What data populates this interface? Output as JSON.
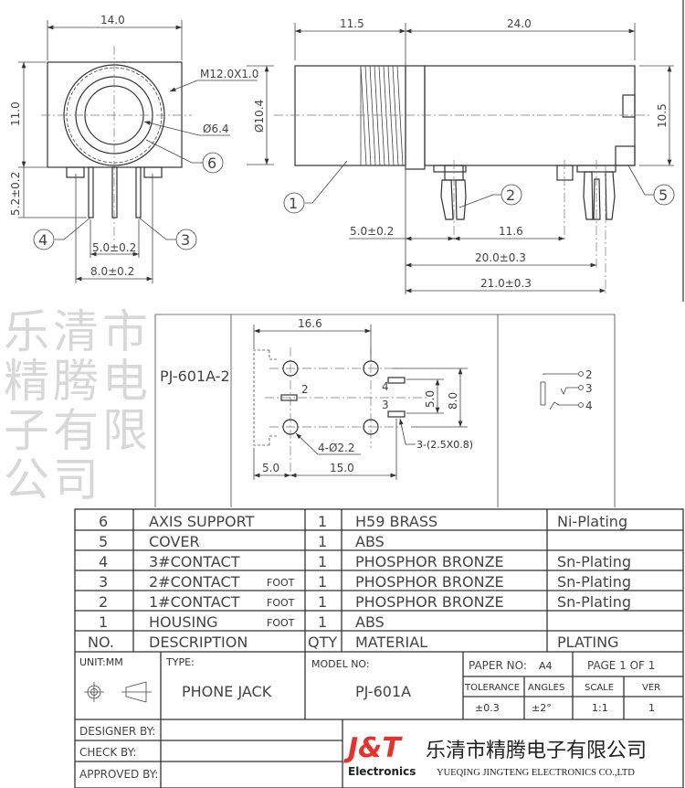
{
  "watermark": "乐清市精腾电子有限公司",
  "front_view": {
    "width": "14.0",
    "height": "11.0",
    "pin_length": "5.2±0.2",
    "thread": "M12.0X1.0",
    "bore": "Ø6.4",
    "outer_dia": "Ø10.4",
    "pitch_inner": "5.0±0.2",
    "pitch_outer": "8.0±0.2",
    "callouts": [
      "4",
      "3",
      "6"
    ]
  },
  "side_view": {
    "front_len": "11.5",
    "body_len": "24.0",
    "height": "10.5",
    "d1": "5.0±0.2",
    "d2": "11.6",
    "d3": "20.0±0.3",
    "d4": "21.0±0.3",
    "callouts": [
      "1",
      "2",
      "5"
    ]
  },
  "pcb_layout": {
    "model_label": "PJ-601A-2",
    "width": "16.6",
    "span": "8.0",
    "slot_gap": "5.0",
    "offset": "5.0",
    "hole_pitch": "15.0",
    "holes": "4-Ø2.2",
    "slots": "3-(2.5X0.8)",
    "pin_labels": [
      "2",
      "4",
      "3"
    ],
    "schematic_pins": [
      "2",
      "3",
      "4"
    ]
  },
  "bom": {
    "header": {
      "no": "NO.",
      "description": "DESCRIPTION",
      "qty": "QTY",
      "material": "MATERIAL",
      "plating": "PLATING"
    },
    "rows": [
      {
        "no": "6",
        "description": "AXIS SUPPORT",
        "qty": "1",
        "material": "H59 BRASS",
        "plating": "Ni-Plating"
      },
      {
        "no": "5",
        "description": "COVER",
        "qty": "1",
        "material": "ABS",
        "plating": ""
      },
      {
        "no": "4",
        "description": "3#CONTACT",
        "qty": "1",
        "material": "PHOSPHOR BRONZE",
        "plating": "Sn-Plating"
      },
      {
        "no": "3",
        "description": "2#CONTACT",
        "qty": "1",
        "material": "PHOSPHOR BRONZE",
        "plating": "Sn-Plating"
      },
      {
        "no": "2",
        "description": "1#CONTACT",
        "qty": "1",
        "material": "PHOSPHOR BRONZE",
        "plating": "Sn-Plating"
      },
      {
        "no": "1",
        "description": "HOUSING",
        "qty": "1",
        "material": "ABS",
        "plating": ""
      }
    ],
    "overlay_texts": [
      "FOOT",
      "FOOT",
      "FOOT"
    ]
  },
  "title_block": {
    "unit": "UNIT:MM",
    "type_label": "TYPE:",
    "type_value": "PHONE JACK",
    "model_label": "MODEL NO:",
    "model_value": "PJ-601A",
    "paper_label": "PAPER NO:",
    "paper_value": "A4",
    "page": "PAGE 1 OF 1",
    "tolerance_label": "TOLERANCE",
    "tolerance_value": "±0.3",
    "angles_label": "ANGLES",
    "angles_value": "±2°",
    "scale_label": "SCALE",
    "scale_value": "1:1",
    "ver_label": "VER",
    "ver_value": "1",
    "designer": "DESIGNER BY:",
    "check": "CHECK BY:",
    "approved": "APPROVED BY:"
  },
  "company": {
    "logo": "J&T",
    "logo_sub": "Electronics",
    "name_cn": "乐清市精腾电子有限公司",
    "name_en": "YUEQING JINGTENG  ELECTRONICS CO.,LTD",
    "brand_color": "#e8312a"
  }
}
